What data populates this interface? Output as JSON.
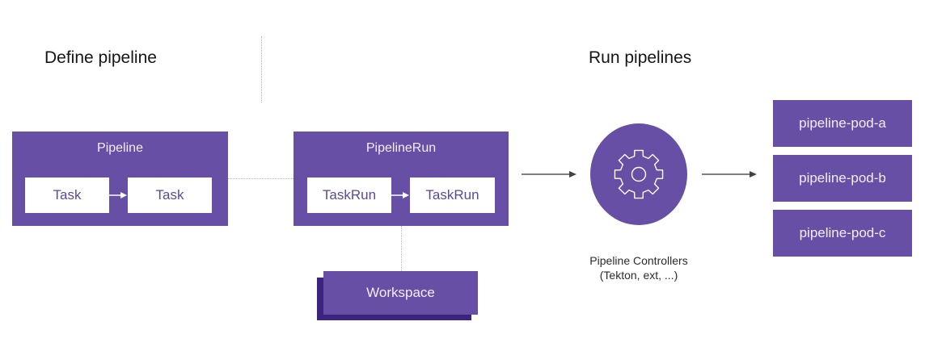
{
  "colors": {
    "purple": "#674fa5",
    "workspace_shadow": "#3c2380",
    "arrow": "#555555",
    "text_dark": "#151515"
  },
  "sections": {
    "define": "Define pipeline",
    "run": "Run pipelines"
  },
  "pipeline": {
    "title": "Pipeline",
    "tasks": [
      "Task",
      "Task"
    ]
  },
  "pipeline_run": {
    "title": "PipelineRun",
    "task_runs": [
      "TaskRun",
      "TaskRun"
    ]
  },
  "workspace": {
    "label": "Workspace"
  },
  "controller": {
    "icon": "gear-icon",
    "caption_line1": "Pipeline Controllers",
    "caption_line2": "(Tekton, ext, ...)"
  },
  "pods": [
    "pipeline-pod-a",
    "pipeline-pod-b",
    "pipeline-pod-c"
  ]
}
